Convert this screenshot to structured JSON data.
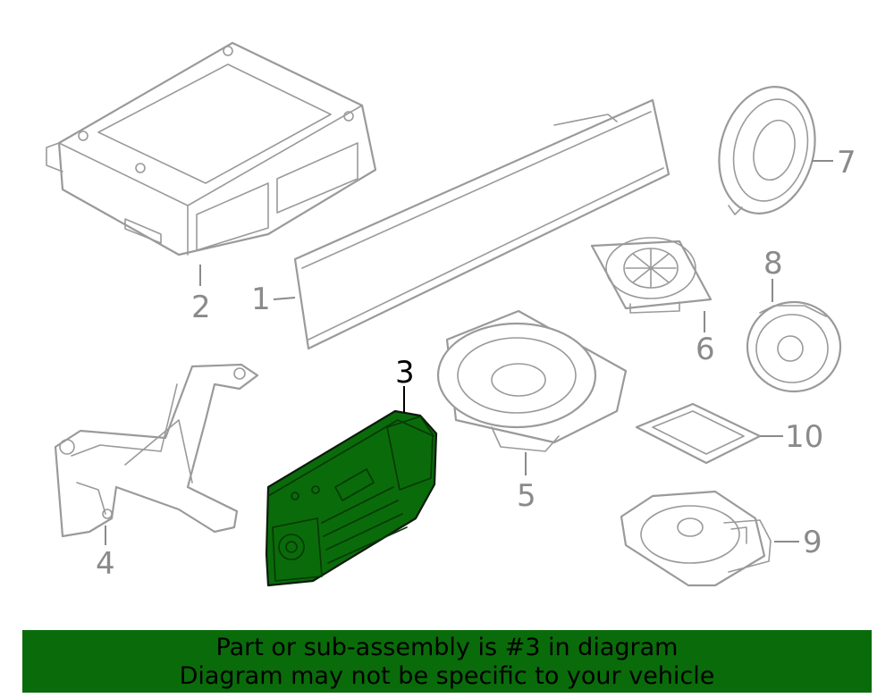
{
  "callouts": [
    "1",
    "2",
    "3",
    "4",
    "5",
    "6",
    "7",
    "8",
    "9",
    "10"
  ],
  "highlighted_callout": "3",
  "colors": {
    "highlight": "#0a6b0a",
    "lines": "#9a9a9a",
    "banner": "#0a6b0a"
  },
  "banner": {
    "line1": "Part or sub-assembly is #3 in diagram",
    "line2": "Diagram may not be specific to your vehicle"
  }
}
